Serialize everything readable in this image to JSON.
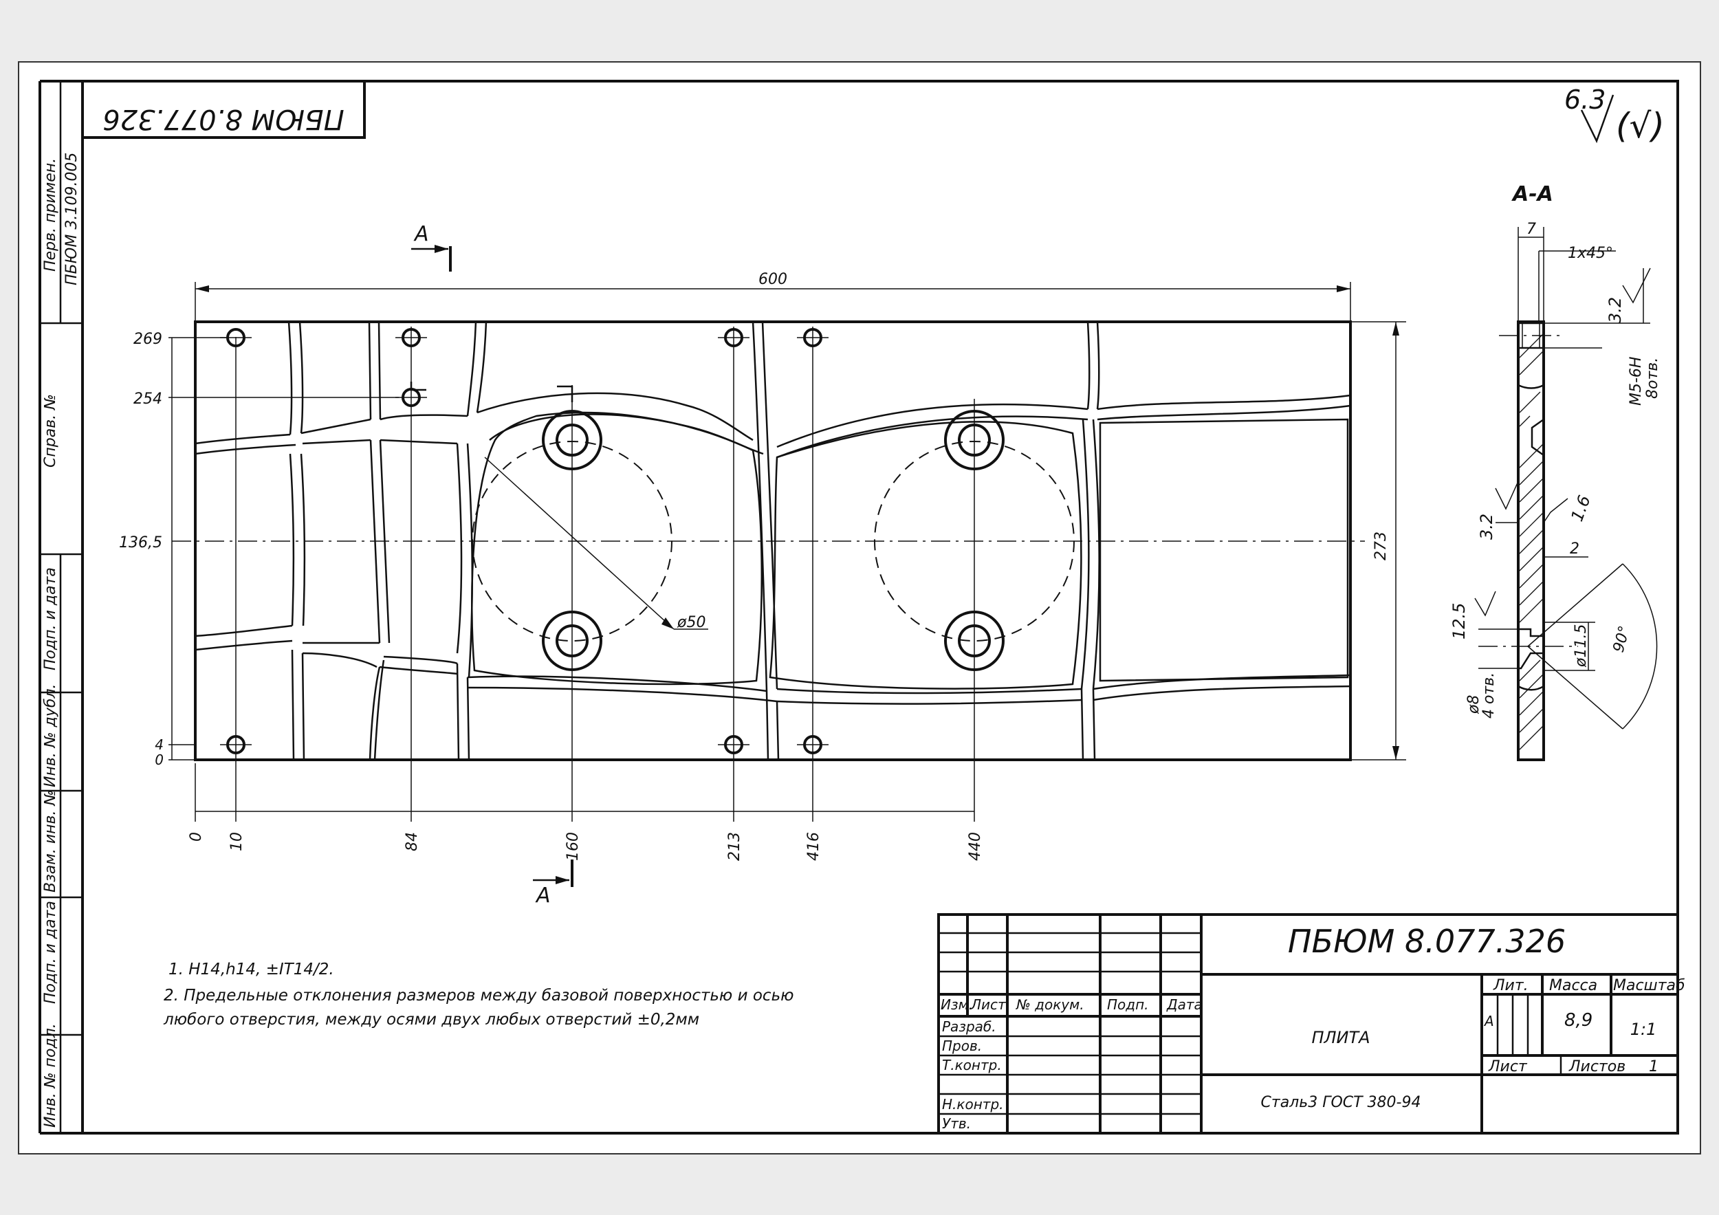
{
  "drawing": {
    "number": "ПБЮМ 8.077.326",
    "number_rotated": "ПБЮМ 8.077.326",
    "part_name": "ПЛИТА",
    "material": "Сталь3 ГОСТ 380-94",
    "mass": "8,9",
    "scale": "1:1",
    "letter": "А",
    "sheets_value": "1",
    "roughness_general": "6.3",
    "roughness_paren": "(√)"
  },
  "side_columns": {
    "perv_primen": "Перв. примен.",
    "perv_primen_value": "ПБЮМ 3.109.005",
    "sprav": "Справ. №",
    "podp_data_1": "Подп. и дата",
    "inv_dubl": "Инв. № дубл.",
    "vzam_inv": "Взам. инв. №",
    "podp_data_2": "Подп. и дата",
    "inv_podl": "Инв. № подл."
  },
  "title_block": {
    "izm": "Изм.",
    "list": "Лист",
    "n_dokum": "№ докум.",
    "podp": "Подп.",
    "data": "Дата",
    "razrab": "Разраб.",
    "prov": "Пров.",
    "tkontr": "Т.контр.",
    "nkontr": "Н.контр.",
    "utv": "Утв.",
    "lit": "Лит.",
    "massa": "Масса",
    "masshtab": "Масштаб",
    "list2": "Лист",
    "listov": "Листов"
  },
  "notes": [
    "1. H14,h14, ±IT14/2.",
    "2. Предельные отклонения размеров между базовой поверхностью и осью",
    "любого отверстия, между осями двух любых отверстий ±0,2мм"
  ],
  "section": {
    "label": "А-А",
    "cut_letter_top": "А",
    "cut_letter_bottom": "А",
    "dim_7": "7",
    "chamfer": "1х45°",
    "rough_32_top": "3.2",
    "thread": "М5-6Н",
    "thread_count": "8отв.",
    "rough_32_mid": "3.2",
    "rough_16": "1.6",
    "dim_2": "2",
    "rough_125": "12.5",
    "dim_d8": "ø8",
    "dim_d8_count": "4 отв.",
    "dim_d115": "ø11.5",
    "angle_90": "90°"
  },
  "plan_dims": {
    "width_600": "600",
    "height_273": "273",
    "y_269": "269",
    "y_254": "254",
    "y_1365": "136,5",
    "y_4": "4",
    "y_0": "0",
    "x_0": "0",
    "x_10": "10",
    "x_84": "84",
    "x_160": "160",
    "x_213": "213",
    "x_416": "416",
    "x_440": "440",
    "dia_50": "ø50"
  }
}
